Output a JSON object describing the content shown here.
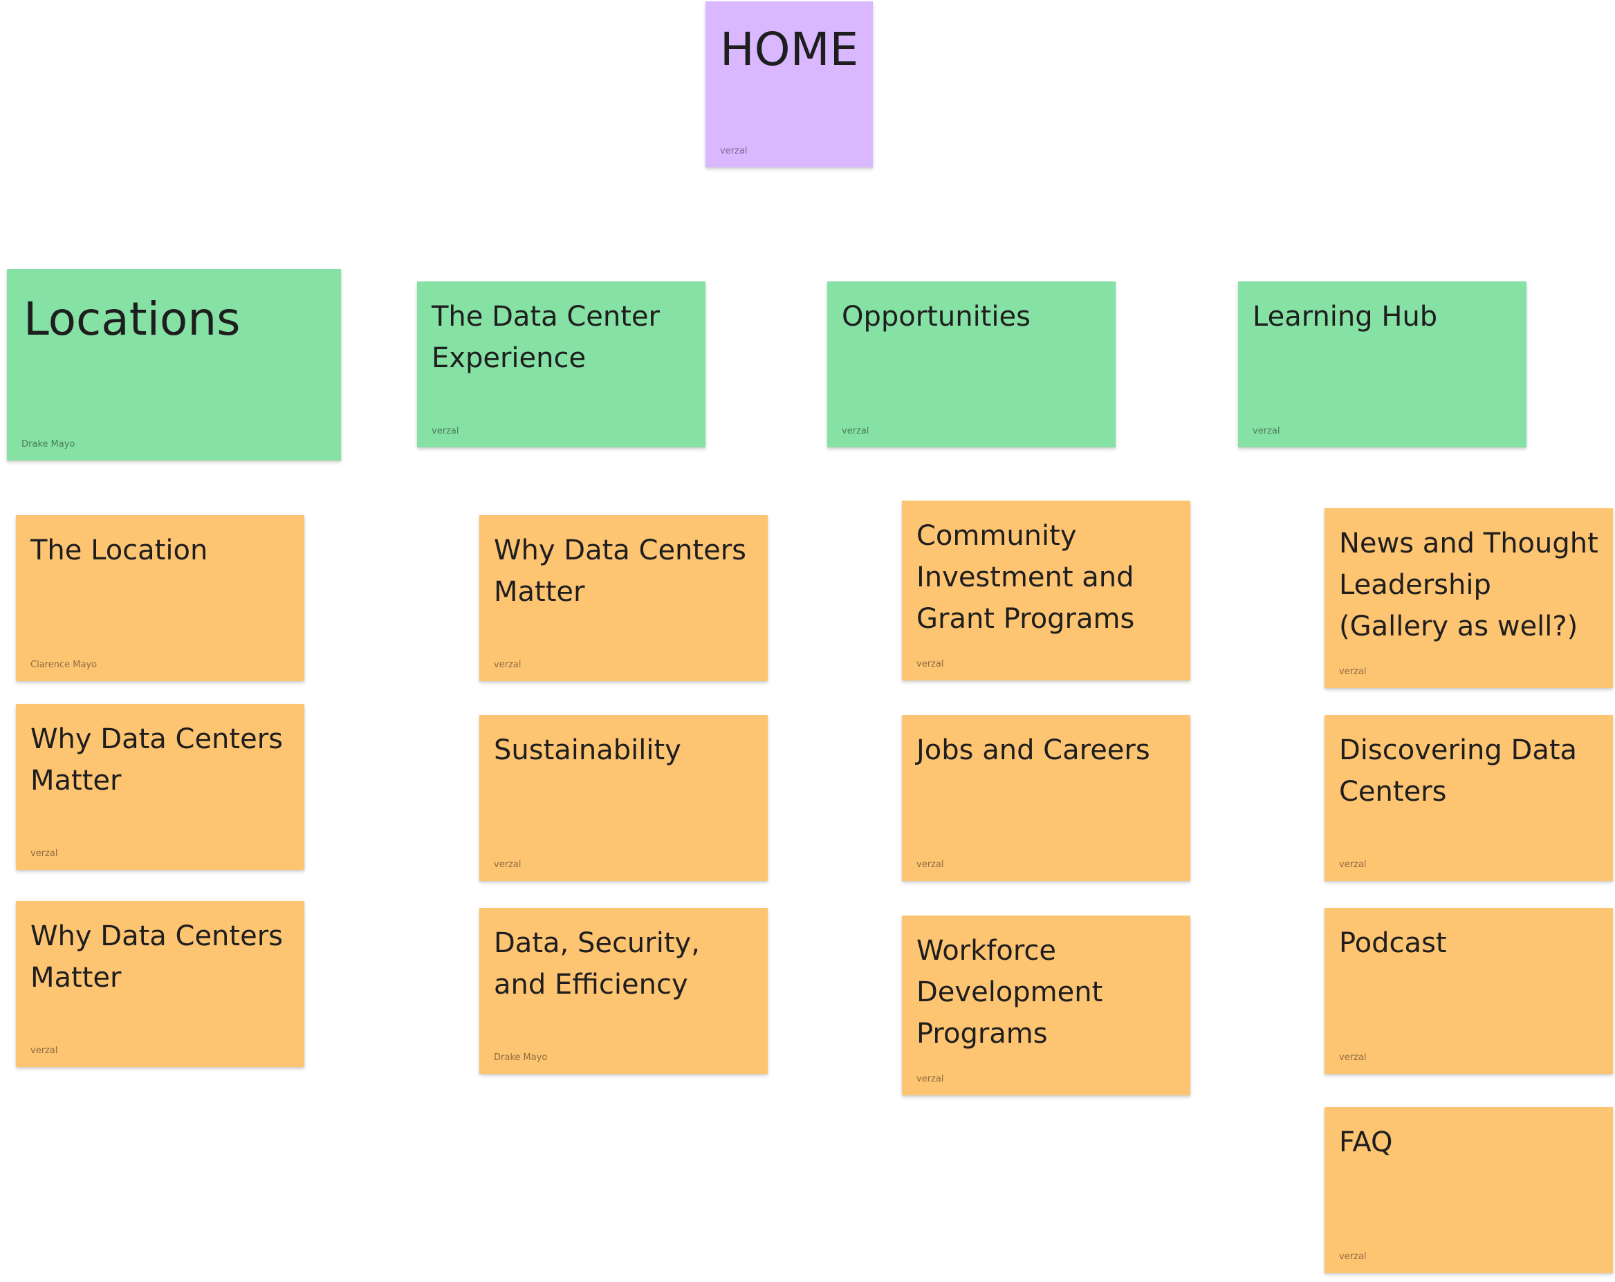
{
  "home": {
    "title": "HOME",
    "author": "verzal"
  },
  "categories": [
    {
      "title": "Locations",
      "author": "Drake Mayo"
    },
    {
      "title": "The Data Center Experience",
      "author": "verzal"
    },
    {
      "title": "Opportunities",
      "author": "verzal"
    },
    {
      "title": "Learning Hub",
      "author": "verzal"
    }
  ],
  "locations_pages": [
    {
      "title": "The Location",
      "author": "Clarence Mayo"
    },
    {
      "title": "Why Data Centers Matter",
      "author": "verzal"
    },
    {
      "title": "Why Data Centers Matter",
      "author": "verzal"
    }
  ],
  "experience_pages": [
    {
      "title": "Why Data Centers Matter",
      "author": "verzal"
    },
    {
      "title": "Sustainability",
      "author": "verzal"
    },
    {
      "title": "Data, Security, and Efficiency",
      "author": "Drake Mayo"
    }
  ],
  "opportunities_pages": [
    {
      "title": "Community Investment and Grant Programs",
      "author": "verzal"
    },
    {
      "title": "Jobs and Careers",
      "author": "verzal"
    },
    {
      "title": "Workforce Development Programs",
      "author": "verzal"
    }
  ],
  "learning_pages": [
    {
      "title": "News and Thought Leadership (Gallery as well?)",
      "author": "verzal"
    },
    {
      "title": "Discovering Data Centers",
      "author": "verzal"
    },
    {
      "title": "Podcast",
      "author": "verzal"
    },
    {
      "title": "FAQ",
      "author": "verzal"
    }
  ]
}
